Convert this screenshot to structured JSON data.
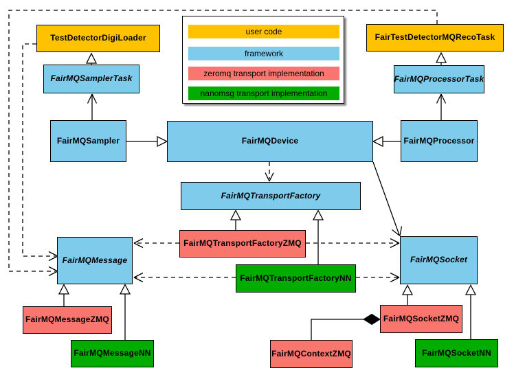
{
  "colors": {
    "user_code": "#FFC200",
    "framework": "#7FCBEC",
    "zeromq": "#F8766D",
    "nanomsg": "#03AC00"
  },
  "legend": {
    "items": [
      {
        "label": "user code"
      },
      {
        "label": "framework"
      },
      {
        "label": "zeromq transport implementation"
      },
      {
        "label": "nanomsg transport implementation"
      }
    ]
  },
  "nodes": {
    "test_detector_digi_loader": {
      "label": "TestDetectorDigiLoader"
    },
    "fair_test_detector_mq_reco_task": {
      "label": "FairTestDetectorMQRecoTask"
    },
    "fairmq_sampler_task": {
      "label": "FairMQSamplerTask"
    },
    "fairmq_processor_task": {
      "label": "FairMQProcessorTask"
    },
    "fairmq_sampler": {
      "label": "FairMQSampler"
    },
    "fairmq_device": {
      "label": "FairMQDevice"
    },
    "fairmq_processor": {
      "label": "FairMQProcessor"
    },
    "fairmq_transport_factory": {
      "label": "FairMQTransportFactory"
    },
    "fairmq_transport_factory_zmq": {
      "label": "FairMQTransportFactoryZMQ"
    },
    "fairmq_transport_factory_nn": {
      "label": "FairMQTransportFactoryNN"
    },
    "fairmq_message": {
      "label": "FairMQMessage"
    },
    "fairmq_socket": {
      "label": "FairMQSocket"
    },
    "fairmq_message_zmq": {
      "label": "FairMQMessageZMQ"
    },
    "fairmq_message_nn": {
      "label": "FairMQMessageNN"
    },
    "fairmq_socket_zmq": {
      "label": "FairMQSocketZMQ"
    },
    "fairmq_socket_nn": {
      "label": "FairMQSocketNN"
    },
    "fairmq_context_zmq": {
      "label": "FairMQContextZMQ"
    }
  }
}
